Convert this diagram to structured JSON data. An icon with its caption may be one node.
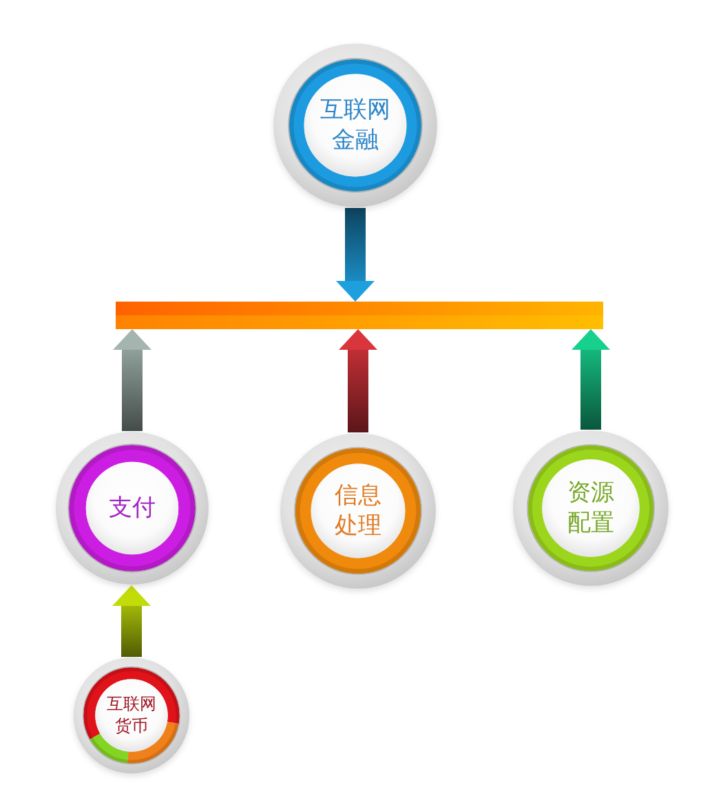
{
  "diagram": {
    "nodes": [
      {
        "text": [
          "互联网金融"
        ]
      },
      {
        "text": [],
        "shape": "bar"
      },
      {
        "text": [
          "支付"
        ]
      },
      {
        "text": [
          "信息处理"
        ]
      },
      {
        "text": [
          "资源配置"
        ]
      },
      {
        "text": [
          "互联网货币"
        ]
      }
    ],
    "edges": [
      {
        "from": 0,
        "to": 1,
        "arrow": "to",
        "color": "#1ea0df"
      },
      {
        "from": 2,
        "to": 1,
        "arrow": "to",
        "color": "#a3b5ae"
      },
      {
        "from": 3,
        "to": 1,
        "arrow": "to",
        "color": "#d9353c"
      },
      {
        "from": 4,
        "to": 1,
        "arrow": "to",
        "color": "#17d08e"
      },
      {
        "from": 5,
        "to": 2,
        "arrow": "to",
        "color": "#c2dc0a"
      }
    ]
  }
}
